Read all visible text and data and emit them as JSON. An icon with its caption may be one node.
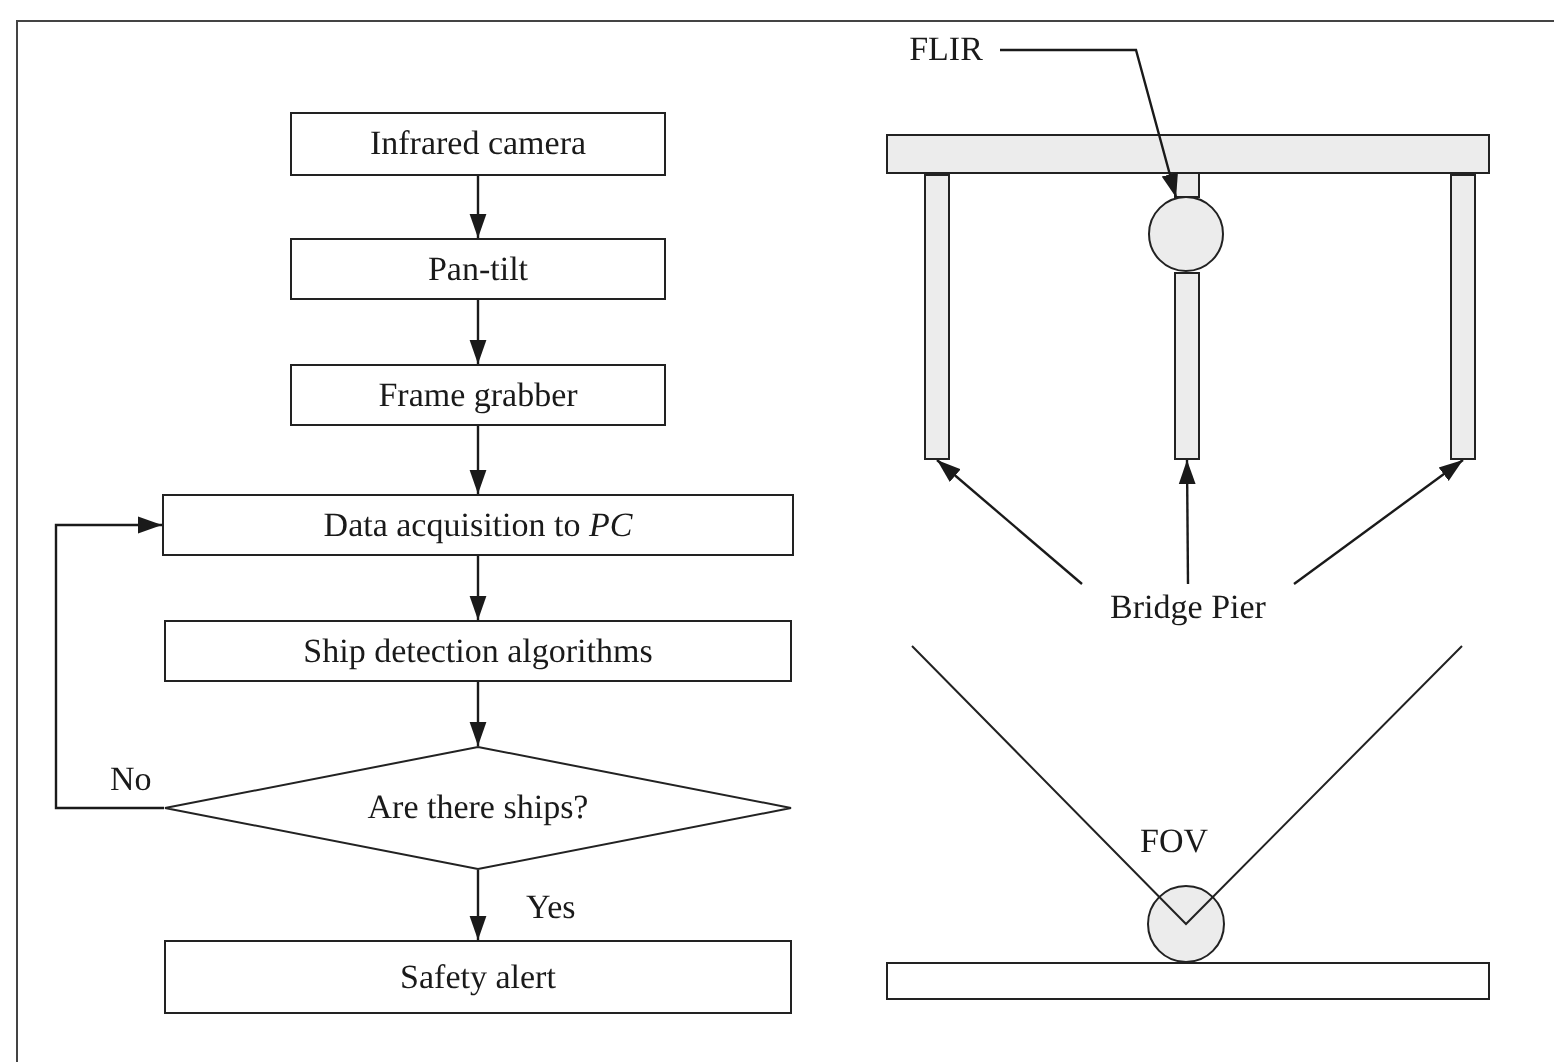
{
  "diagram": {
    "nodes": [
      {
        "text": [
          "Infrared camera"
        ]
      },
      {
        "text": [
          "Pan-tilt"
        ]
      },
      {
        "text": [
          "Frame grabber"
        ]
      },
      {
        "text": [
          "Data acquisition to *PC*"
        ]
      },
      {
        "text": [
          "Ship detection algorithms"
        ]
      },
      {
        "text": [
          "Are there ships?"
        ]
      },
      {
        "text": [
          "Safety alert"
        ]
      },
      {
        "text": [
          "FLIR"
        ]
      },
      {
        "text": [],
        "shape": "circle"
      },
      {
        "text": [
          "Bridge Pier"
        ]
      },
      {
        "text": [],
        "shape": "bar"
      },
      {
        "text": [],
        "shape": "bar"
      },
      {
        "text": [],
        "shape": "bar"
      }
    ],
    "edges": [
      {
        "from": 0,
        "to": 1,
        "arrow": "to"
      },
      {
        "from": 1,
        "to": 2,
        "arrow": "to"
      },
      {
        "from": 2,
        "to": 3,
        "arrow": "to"
      },
      {
        "from": 3,
        "to": 4,
        "arrow": "to"
      },
      {
        "from": 4,
        "to": 5,
        "arrow": "to"
      },
      {
        "from": 5,
        "to": 6,
        "arrow": "to",
        "label": "Yes"
      },
      {
        "from": 5,
        "to": 3,
        "arrow": "to",
        "label": "No"
      },
      {
        "from": 7,
        "to": 8,
        "arrow": "to"
      },
      {
        "from": 9,
        "to": 10,
        "arrow": "to"
      },
      {
        "from": 9,
        "to": 11,
        "arrow": "to"
      },
      {
        "from": 9,
        "to": 12,
        "arrow": "to"
      }
    ],
    "labels": [
      "FOV"
    ]
  }
}
